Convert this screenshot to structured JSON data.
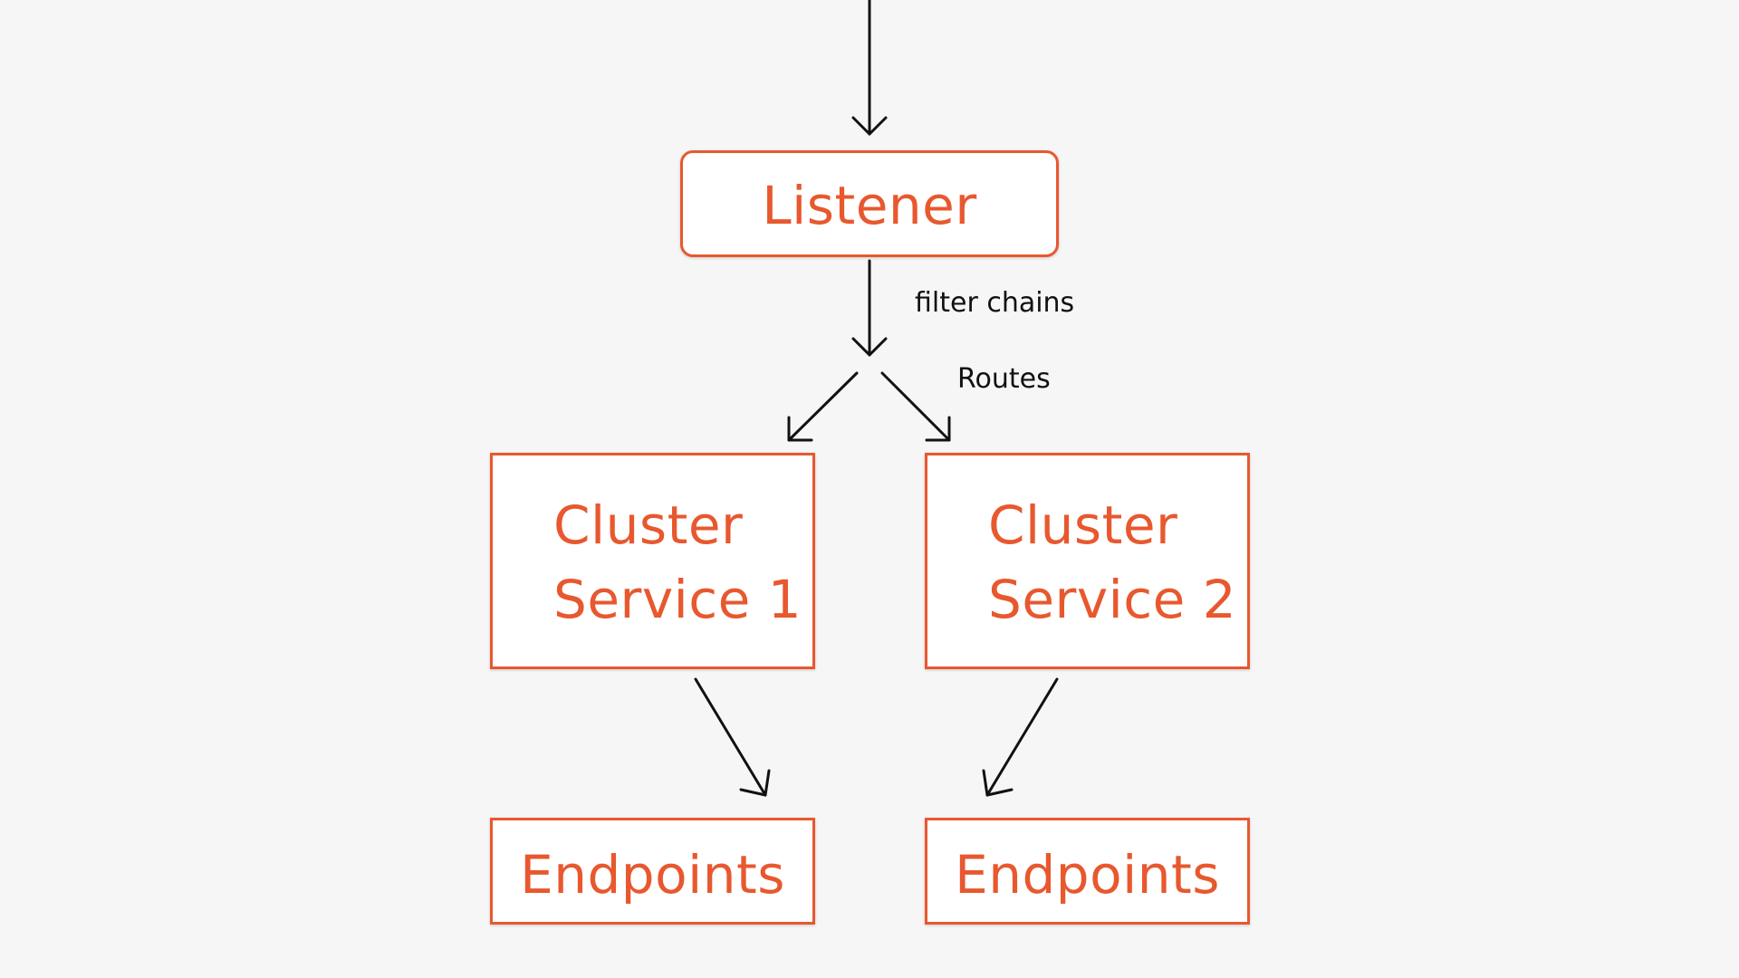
{
  "nodes": {
    "listener": "Listener",
    "cluster_1": {
      "line1": "Cluster",
      "line2": "Service 1"
    },
    "cluster_2": {
      "line1": "Cluster",
      "line2": "Service 2"
    },
    "endpoints_1": "Endpoints",
    "endpoints_2": "Endpoints"
  },
  "edge_labels": {
    "filter": "filter chains",
    "routes": "Routes"
  },
  "colors": {
    "accent": "#e8582e",
    "arrow": "#111111",
    "background": "#f6f6f6"
  }
}
